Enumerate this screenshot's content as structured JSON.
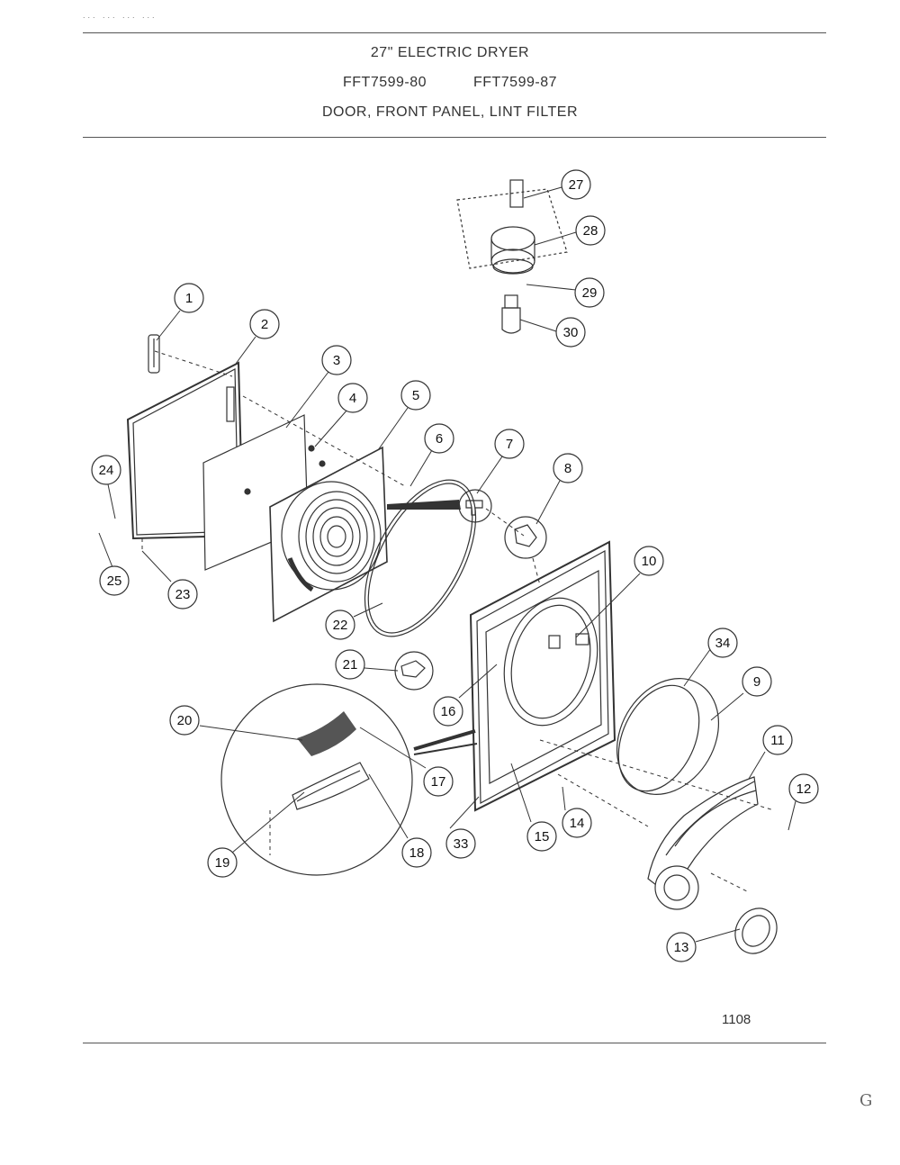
{
  "header": {
    "top_stamp": "... ... ... ...",
    "title": "27\" ELECTRIC DRYER",
    "models": [
      "FFT7599-80",
      "FFT7599-87"
    ],
    "section": "DOOR, FRONT PANEL, LINT FILTER"
  },
  "page_number": "1108",
  "corner_mark": "G",
  "callouts": [
    {
      "id": "c1",
      "label": "1"
    },
    {
      "id": "c2",
      "label": "2"
    },
    {
      "id": "c3",
      "label": "3"
    },
    {
      "id": "c4",
      "label": "4"
    },
    {
      "id": "c5",
      "label": "5"
    },
    {
      "id": "c6",
      "label": "6"
    },
    {
      "id": "c7",
      "label": "7"
    },
    {
      "id": "c8",
      "label": "8"
    },
    {
      "id": "c9",
      "label": "9"
    },
    {
      "id": "c10",
      "label": "10"
    },
    {
      "id": "c11",
      "label": "11"
    },
    {
      "id": "c12",
      "label": "12"
    },
    {
      "id": "c13",
      "label": "13"
    },
    {
      "id": "c14",
      "label": "14"
    },
    {
      "id": "c15",
      "label": "15"
    },
    {
      "id": "c16",
      "label": "16"
    },
    {
      "id": "c17",
      "label": "17"
    },
    {
      "id": "c18",
      "label": "18"
    },
    {
      "id": "c19",
      "label": "19"
    },
    {
      "id": "c20",
      "label": "20"
    },
    {
      "id": "c21",
      "label": "21"
    },
    {
      "id": "c22",
      "label": "22"
    },
    {
      "id": "c23",
      "label": "23"
    },
    {
      "id": "c24",
      "label": "24"
    },
    {
      "id": "c25",
      "label": "25"
    },
    {
      "id": "c27",
      "label": "27"
    },
    {
      "id": "c28",
      "label": "28"
    },
    {
      "id": "c29",
      "label": "29"
    },
    {
      "id": "c30",
      "label": "30"
    },
    {
      "id": "c33",
      "label": "33"
    },
    {
      "id": "c34",
      "label": "34"
    }
  ]
}
